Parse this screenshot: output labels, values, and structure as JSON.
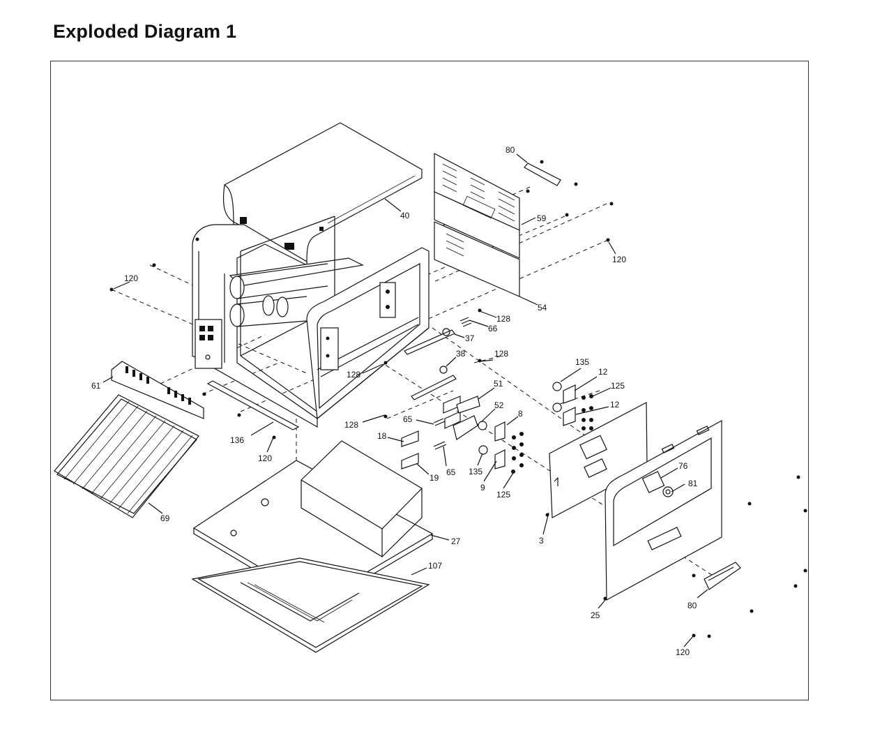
{
  "page": {
    "title": "Exploded Diagram 1"
  },
  "diagram": {
    "callouts": [
      {
        "id": "c80a",
        "text": "80"
      },
      {
        "id": "c40",
        "text": "40"
      },
      {
        "id": "c59",
        "text": "59"
      },
      {
        "id": "c120a",
        "text": "120"
      },
      {
        "id": "c120b",
        "text": "120"
      },
      {
        "id": "c54",
        "text": "54"
      },
      {
        "id": "c128a",
        "text": "128"
      },
      {
        "id": "c66",
        "text": "66"
      },
      {
        "id": "c37",
        "text": "37"
      },
      {
        "id": "c38",
        "text": "38"
      },
      {
        "id": "c128b",
        "text": "128"
      },
      {
        "id": "c128c",
        "text": "128"
      },
      {
        "id": "c61",
        "text": "61"
      },
      {
        "id": "c135a",
        "text": "135"
      },
      {
        "id": "c12a",
        "text": "12"
      },
      {
        "id": "c125a",
        "text": "125"
      },
      {
        "id": "c12b",
        "text": "12"
      },
      {
        "id": "c51",
        "text": "51"
      },
      {
        "id": "c52",
        "text": "52"
      },
      {
        "id": "c8",
        "text": "8"
      },
      {
        "id": "c128d",
        "text": "128"
      },
      {
        "id": "c65a",
        "text": "65"
      },
      {
        "id": "c18",
        "text": "18"
      },
      {
        "id": "c136",
        "text": "136"
      },
      {
        "id": "c120c",
        "text": "120"
      },
      {
        "id": "c65b",
        "text": "65"
      },
      {
        "id": "c19",
        "text": "19"
      },
      {
        "id": "c135b",
        "text": "135"
      },
      {
        "id": "c9",
        "text": "9"
      },
      {
        "id": "c125b",
        "text": "125"
      },
      {
        "id": "c76",
        "text": "76"
      },
      {
        "id": "c81",
        "text": "81"
      },
      {
        "id": "c69",
        "text": "69"
      },
      {
        "id": "c27",
        "text": "27"
      },
      {
        "id": "c3",
        "text": "3"
      },
      {
        "id": "c107",
        "text": "107"
      },
      {
        "id": "c80b",
        "text": "80"
      },
      {
        "id": "c25",
        "text": "25"
      },
      {
        "id": "c120d",
        "text": "120"
      }
    ]
  }
}
